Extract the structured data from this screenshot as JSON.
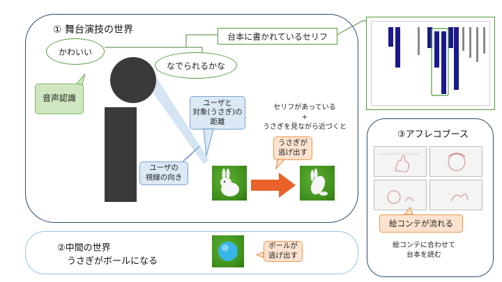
{
  "stage": {
    "title": "① 舞台演技の世界",
    "speech1": "かわいい",
    "speech2": "なでられるかな",
    "voice_label": "音声認識",
    "script_label": "台本に書かれているセリフ",
    "user_rabbit_distance": "ユーザと\n対象(うさぎ)の\n距離",
    "gaze_label": "ユーザの\n視線の向き",
    "condition_text": "セリフがあっている\n+\nうさぎを見ながら近づくと",
    "rabbit_escape": "うさぎが\n逃げ出す"
  },
  "middle": {
    "title": "②中間の世界",
    "subtitle": "うさぎがボールになる",
    "ball_escape": "ボールが\n逃げ出す"
  },
  "afureko": {
    "title": "③アフレコブース",
    "storyboard_label": "絵コンテが流れる",
    "caption": "絵コンテに合わせて\n台本を読む"
  },
  "colors": {
    "panel_border": "#2b4a6a",
    "green_border": "#4f9a3a",
    "orange_arrow": "#e8622a",
    "script_highlight": "#1a1a8c"
  }
}
